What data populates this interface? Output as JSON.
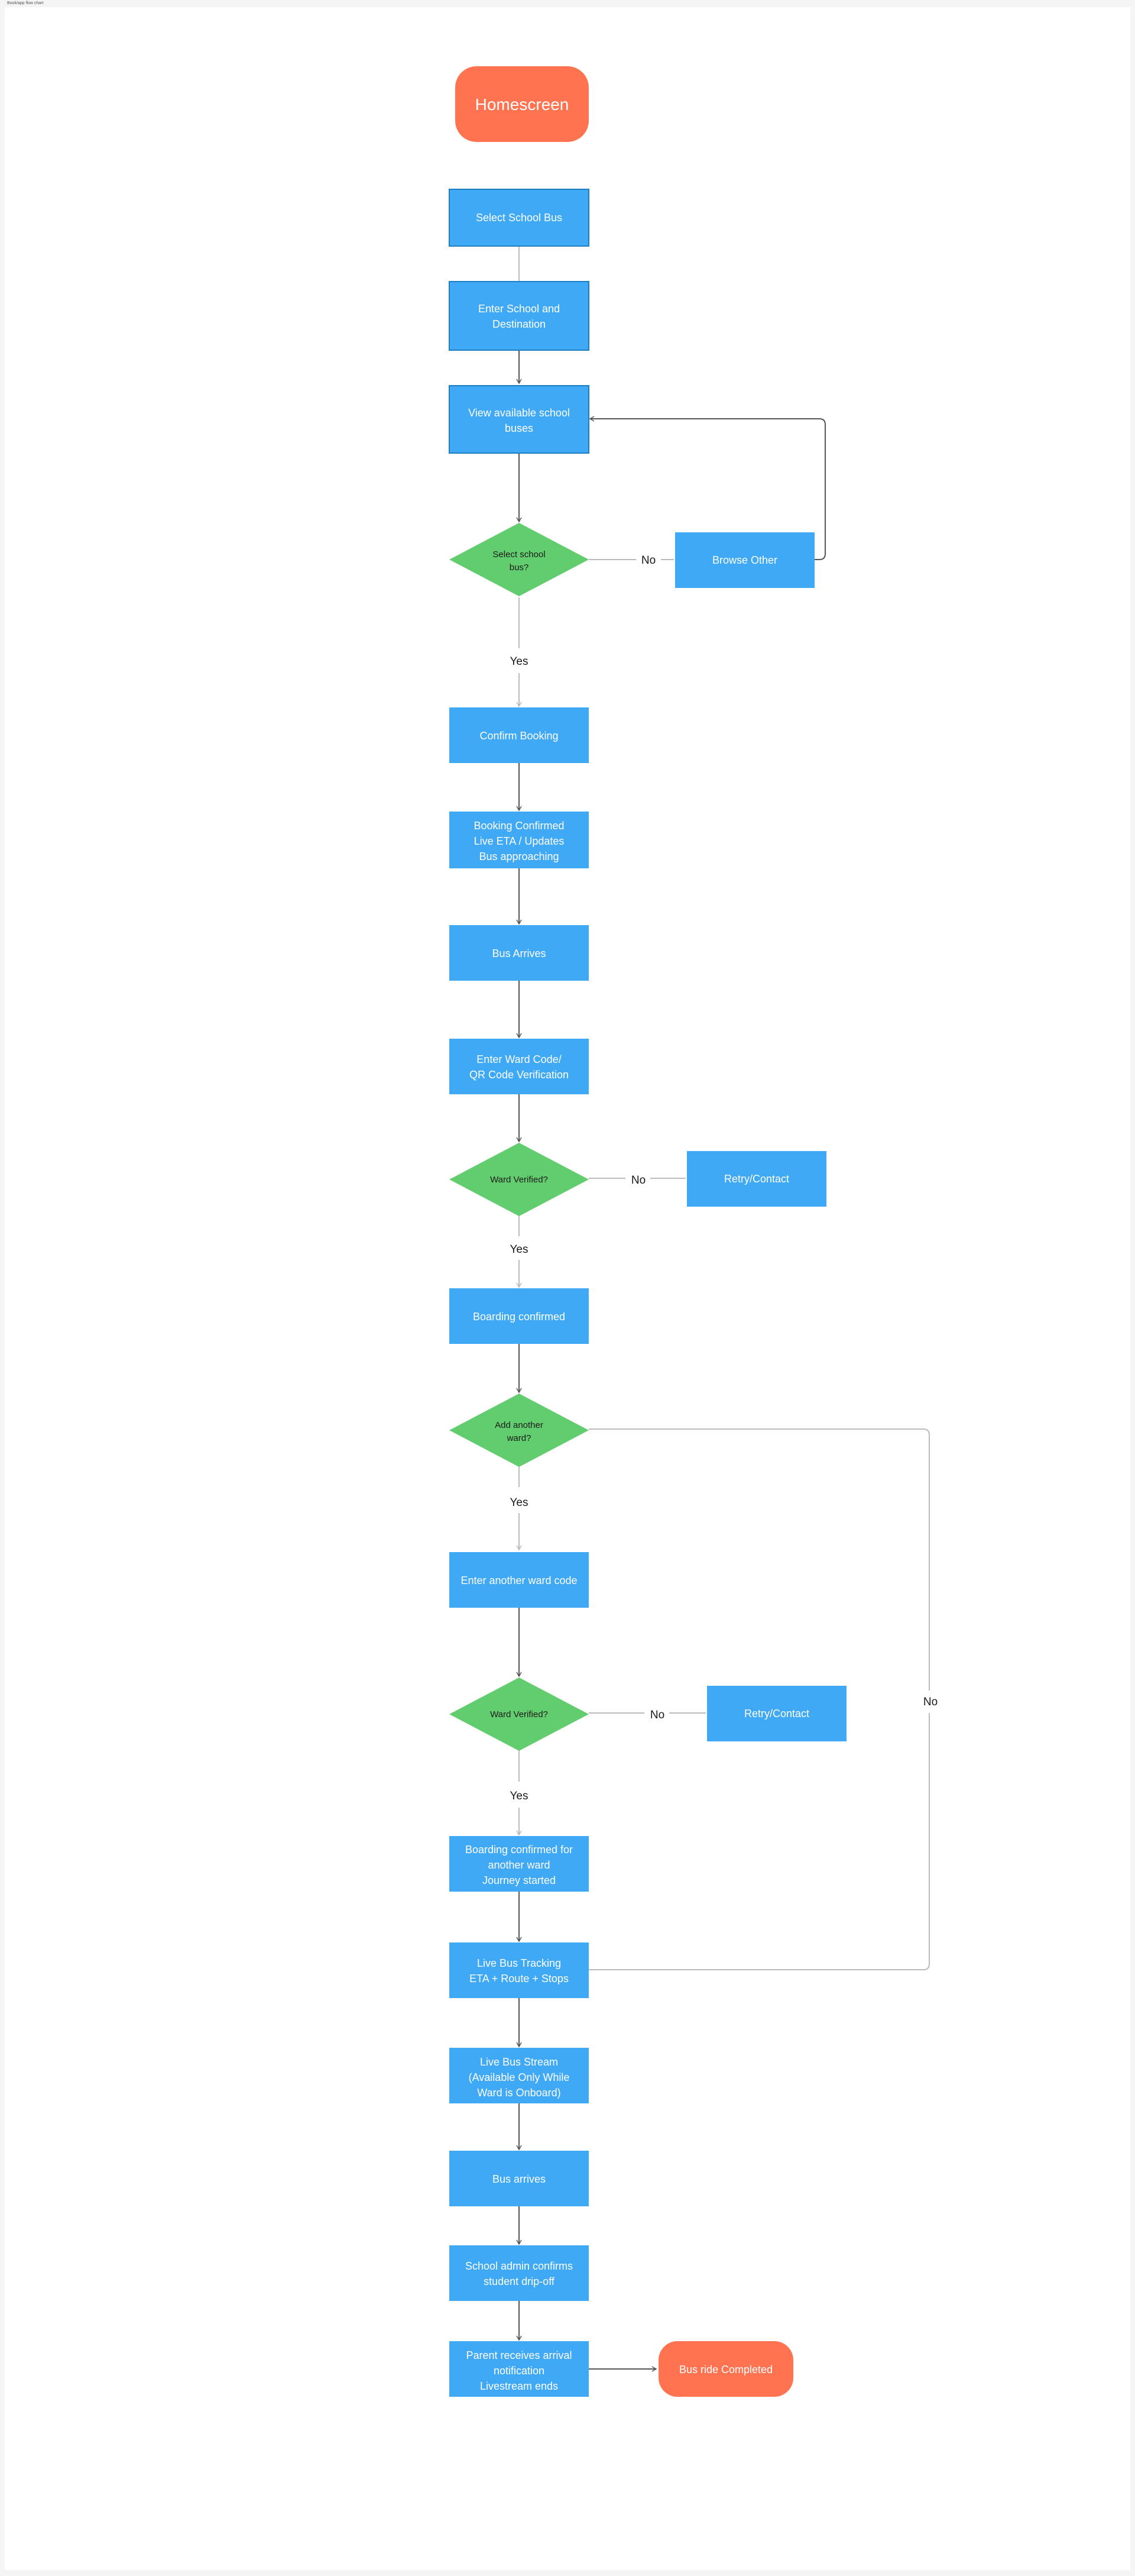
{
  "frame": {
    "label": "Book/app flow chart"
  },
  "colors": {
    "process": "#3fa9f5",
    "process_border": "#1f7fc4",
    "decision": "#62cd6e",
    "terminal": "#ff7350",
    "edge": "#555555",
    "edge_light": "#bbbbbb",
    "frame": "#ffffff"
  },
  "nodes": {
    "homescreen": {
      "label": "Homescreen"
    },
    "select_school_bus": {
      "lines": [
        "Select School Bus"
      ]
    },
    "enter_school": {
      "lines": [
        "Enter School and",
        "Destination"
      ]
    },
    "view_buses": {
      "lines": [
        "View available school",
        "buses"
      ]
    },
    "select_decision": {
      "lines": [
        "Select school",
        "bus?"
      ]
    },
    "browse_other": {
      "lines": [
        "Browse Other"
      ]
    },
    "confirm_booking": {
      "lines": [
        "Confirm Booking"
      ]
    },
    "booking_confirmed": {
      "lines": [
        "Booking Confirmed",
        "Live ETA / Updates",
        "Bus approaching"
      ]
    },
    "bus_arrives_1": {
      "lines": [
        "Bus Arrives"
      ]
    },
    "enter_ward_code": {
      "lines": [
        "Enter Ward Code/",
        "QR Code Verification"
      ]
    },
    "ward_verified_1": {
      "lines": [
        "Ward Verified?"
      ]
    },
    "retry_contact_1": {
      "lines": [
        "Retry/Contact"
      ]
    },
    "boarding_confirmed": {
      "lines": [
        "Boarding confirmed"
      ]
    },
    "add_another": {
      "lines": [
        "Add another",
        "ward?"
      ]
    },
    "enter_another": {
      "lines": [
        "Enter another ward code"
      ]
    },
    "ward_verified_2": {
      "lines": [
        "Ward Verified?"
      ]
    },
    "retry_contact_2": {
      "lines": [
        "Retry/Contact"
      ]
    },
    "boarding_another": {
      "lines": [
        "Boarding confirmed for",
        "another ward",
        "Journey started"
      ]
    },
    "live_tracking": {
      "lines": [
        "Live Bus Tracking",
        "ETA + Route + Stops"
      ]
    },
    "live_stream": {
      "lines": [
        "Live Bus Stream",
        "(Available Only While",
        "Ward is Onboard)"
      ]
    },
    "bus_arrives_2": {
      "lines": [
        "Bus arrives"
      ]
    },
    "admin_confirms": {
      "lines": [
        "School admin confirms",
        "student drip-off"
      ]
    },
    "parent_notified": {
      "lines": [
        "Parent receives arrival",
        "notification",
        "Livestream ends"
      ]
    },
    "ride_completed": {
      "label": "Bus ride Completed"
    }
  },
  "edges": {
    "no_label": "No",
    "yes_label": "Yes"
  }
}
